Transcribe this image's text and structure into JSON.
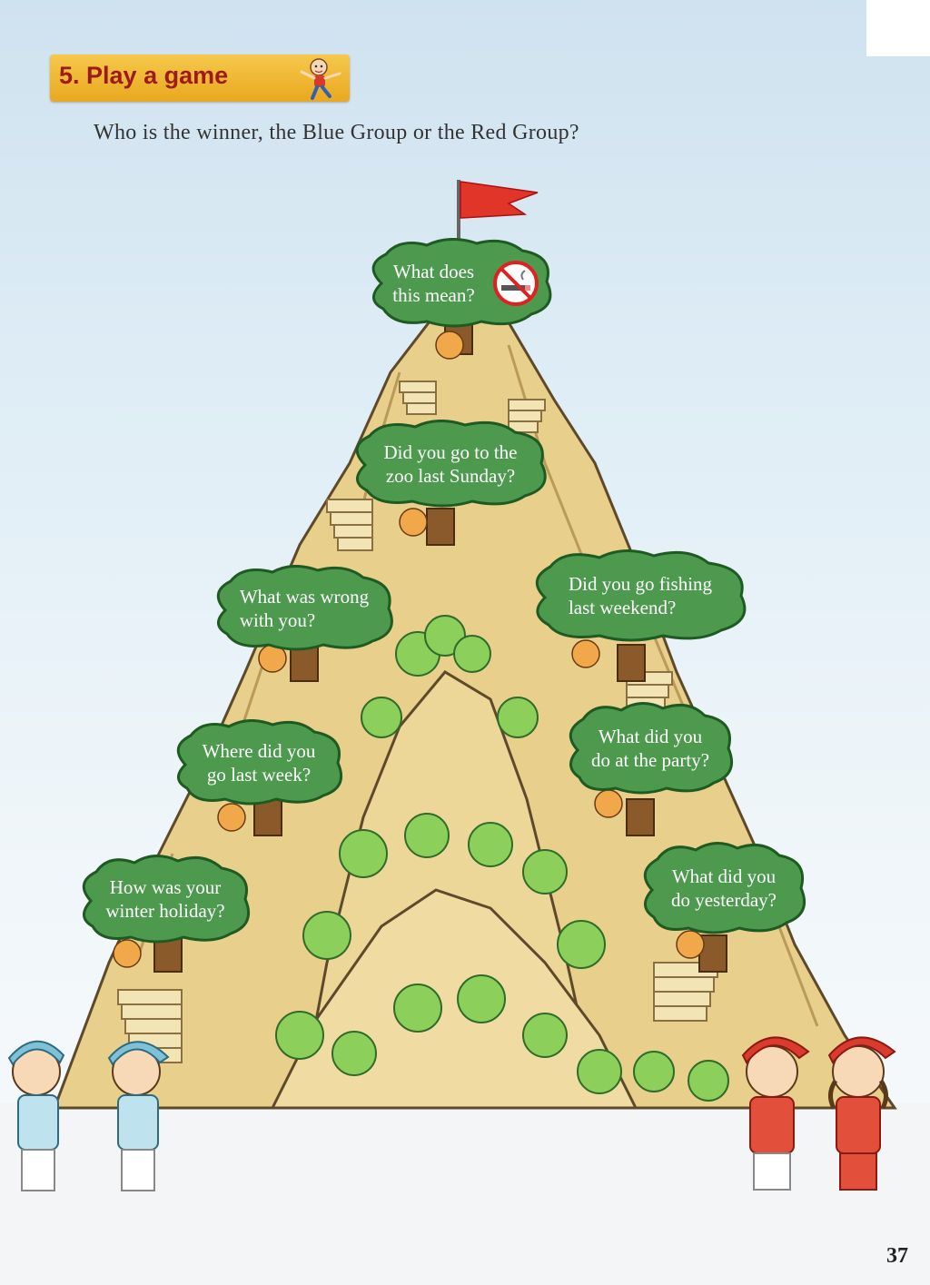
{
  "title": "5. Play a game",
  "question": "Who is the winner, the Blue Group or the Red Group?",
  "page_number": "37",
  "colors": {
    "bubble_fill": "#4d9a4f",
    "bubble_stroke": "#1e5a22",
    "mountain": "#e8cf8c",
    "title_badge": "#efb630",
    "title_text": "#9e1b1b",
    "blue_group": "#7fc2d8",
    "red_group": "#d93b2e"
  },
  "icons": {
    "no_smoking": "no-smoking-icon",
    "flag": "red-flag-icon"
  },
  "bubbles": [
    {
      "id": "summit",
      "text": "What does\nthis mean?",
      "has_icon": true
    },
    {
      "id": "left-1",
      "text": "How was your\nwinter holiday?"
    },
    {
      "id": "left-2",
      "text": "Where did you\ngo last week?"
    },
    {
      "id": "left-3",
      "text": "What was wrong\nwith you?"
    },
    {
      "id": "left-4",
      "text": "Did you go to the\nzoo last Sunday?"
    },
    {
      "id": "right-1",
      "text": "What did you\ndo yesterday?"
    },
    {
      "id": "right-2",
      "text": "What did you\ndo at the party?"
    },
    {
      "id": "right-3",
      "text": "Did you go fishing\nlast weekend?"
    }
  ],
  "groups": [
    {
      "name": "Blue Group"
    },
    {
      "name": "Red Group"
    }
  ]
}
